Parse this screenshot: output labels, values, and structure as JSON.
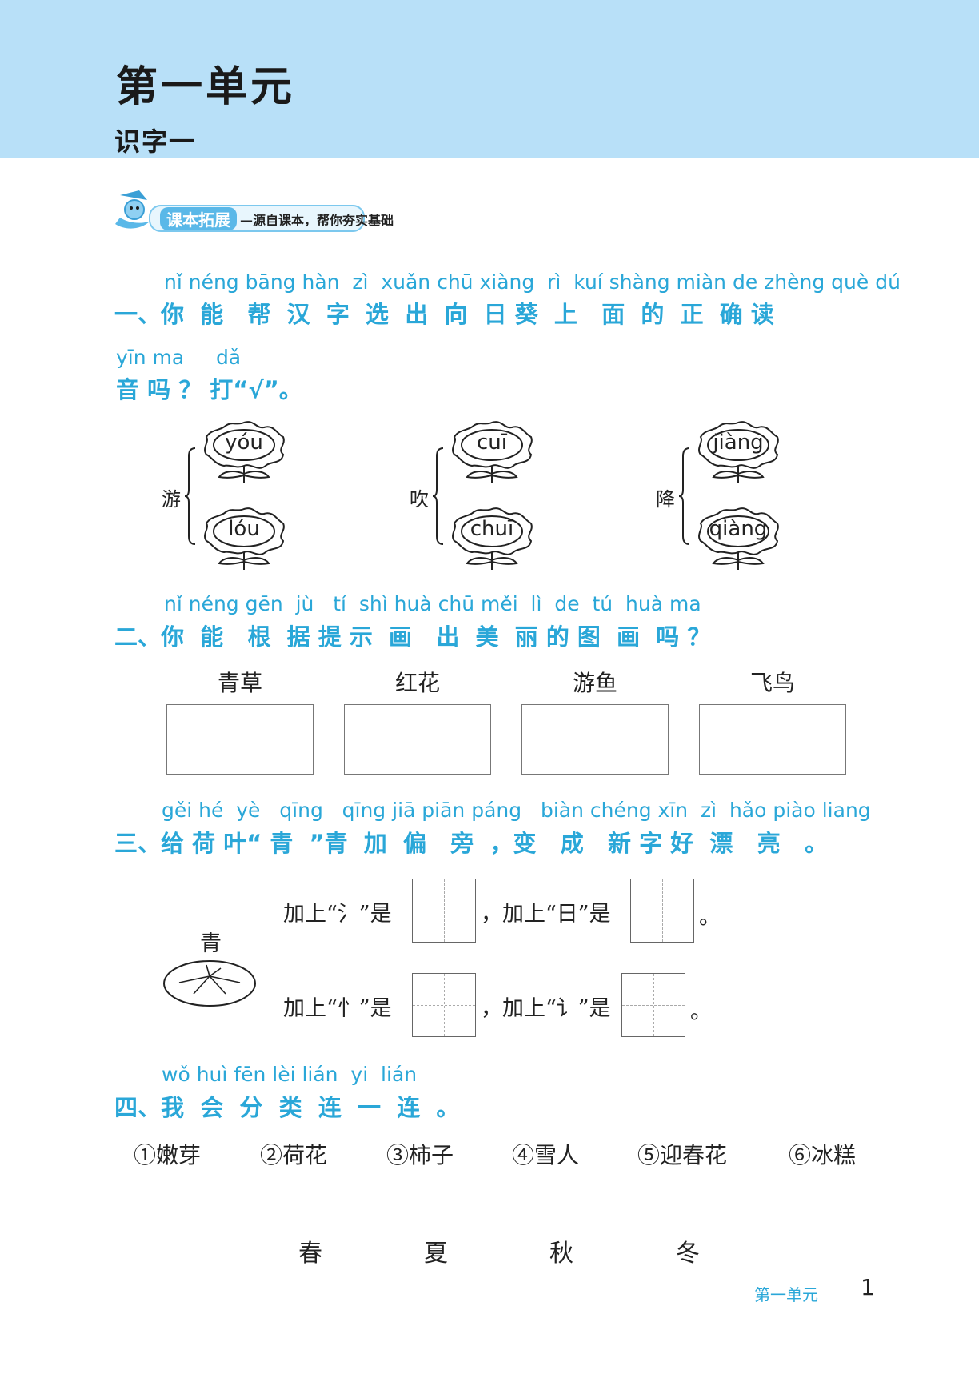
{
  "header": {
    "unit_title": "第一单元",
    "lesson_title": "识字一"
  },
  "banner": {
    "label": "课本拓展",
    "subtitle": "—源自课本，帮你夯实基础"
  },
  "q1": {
    "pinyin_line1": "nǐ néng bāng hàn  zì  xuǎn chū xiàng  rì  kuí shàng miàn de zhèng què dú",
    "text_line1": "一、你  能   帮  汉  字  选  出  向  日 葵  上   面  的  正  确 读",
    "pinyin_line2": "yīn ma     dǎ",
    "text_line2": "音 吗 ？ 打“√”。",
    "groups": [
      {
        "char": "游",
        "options": [
          "yóu",
          "lóu"
        ]
      },
      {
        "char": "吹",
        "options": [
          "cuī",
          "chuī"
        ]
      },
      {
        "char": "降",
        "options": [
          "jiàng",
          "qiàng"
        ]
      }
    ]
  },
  "q2": {
    "pinyin": "nǐ néng gēn  jù   tí  shì huà chū měi  lì  de  tú  huà ma",
    "text": "二、你  能   根  据 提 示  画   出  美  丽 的 图  画  吗 ？",
    "labels": [
      "青草",
      "红花",
      "游鱼",
      "飞鸟"
    ]
  },
  "q3": {
    "pinyin": "gěi hé  yè   qīng   qīng jiā piān páng   biàn chéng xīn  zì  hǎo piào liang",
    "text": "三、给 荷 叶“ 青  ”青  加  偏   旁  ，变   成   新 字 好  漂   亮   。",
    "center_char": "青",
    "row1_a": "加上“氵”是",
    "row1_b": "，加上“日”是",
    "row2_a": "加上“忄”是",
    "row2_b": "，加上“讠”是",
    "period": "。"
  },
  "q4": {
    "pinyin": "wǒ huì fēn lèi lián  yi  lián",
    "text": "四、我  会  分  类  连  一  连  。",
    "items": [
      "①嫩芽",
      "②荷花",
      "③柿子",
      "④雪人",
      "⑤迎春花",
      "⑥冰糕"
    ],
    "seasons": [
      "春",
      "夏",
      "秋",
      "冬"
    ]
  },
  "footer": {
    "unit": "第一单元",
    "page_number": "1"
  }
}
